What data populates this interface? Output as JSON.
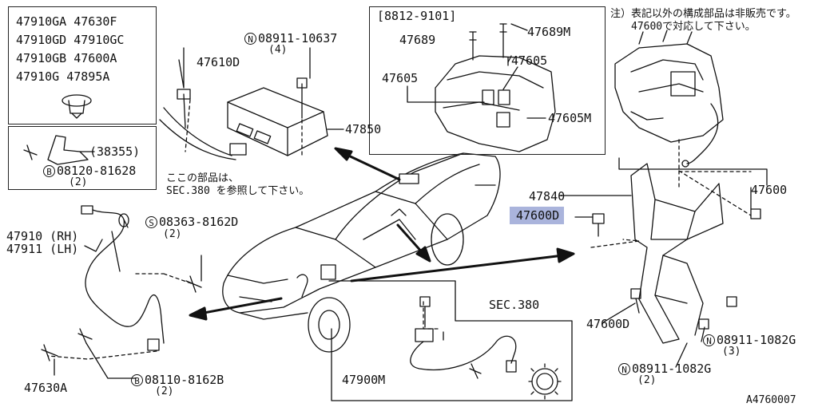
{
  "colors": {
    "line": "#111111",
    "highlight": "#aab4dc",
    "background": "#ffffff"
  },
  "legend_parts": [
    [
      "47910GA",
      "47630F"
    ],
    [
      "47910GD",
      "47910GC"
    ],
    [
      "47910GB",
      "47600A"
    ],
    [
      "47910G",
      "47895A"
    ]
  ],
  "inset_top": {
    "range": "[8812-9101]",
    "parts": [
      "47689",
      "47689M",
      "47605",
      "47605",
      "47605M"
    ]
  },
  "note": {
    "line1": "注）表記以外の構成部品は非販売です。",
    "line2": "47600で対応して下さい。"
  },
  "refer_box": {
    "part": "(38355)",
    "bolt_code": "08120-81628",
    "bolt_qty": "(2)",
    "bolt_prefix": "B"
  },
  "refer_note": {
    "line1": "ここの部品は、",
    "line2": "SEC.380 を参照して下さい。"
  },
  "labels": {
    "p47610D": "47610D",
    "p08911_10637": "08911-10637",
    "p08911_10637_qty": "(4)",
    "n_prefix": "N",
    "p47850": "47850",
    "p47910": "47910 (RH)",
    "p47911": "47911 (LH)",
    "p08363": "08363-8162D",
    "p08363_qty": "(2)",
    "s_prefix": "S",
    "p47840": "47840",
    "p47600_hl": "47600",
    "p47600_hl_suffix": "D",
    "p47600": "47600",
    "p47600D": "47600D",
    "p08911_1082G_a": "08911-1082G",
    "p08911_1082G_a_qty": "(3)",
    "p08911_1082G_b": "08911-1082G",
    "p08911_1082G_b_qty": "(2)",
    "p47630A": "47630A",
    "p08110": "08110-8162B",
    "p08110_qty": "(2)",
    "b_prefix": "B",
    "sec380": "SEC.380",
    "p47900M": "47900M",
    "diagram_id": "A4760007"
  }
}
